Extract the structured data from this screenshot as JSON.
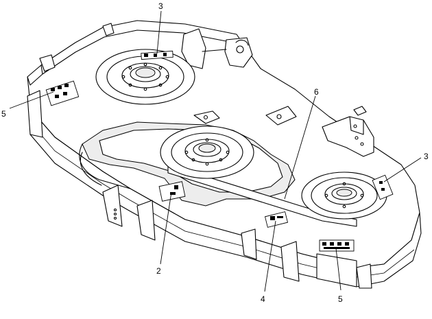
{
  "callouts": [
    {
      "id": "3a",
      "label": "3"
    },
    {
      "id": "5a",
      "label": "5"
    },
    {
      "id": "6",
      "label": "6"
    },
    {
      "id": "3b",
      "label": "3"
    },
    {
      "id": "2",
      "label": "2"
    },
    {
      "id": "4",
      "label": "4"
    },
    {
      "id": "5b",
      "label": "5"
    }
  ]
}
